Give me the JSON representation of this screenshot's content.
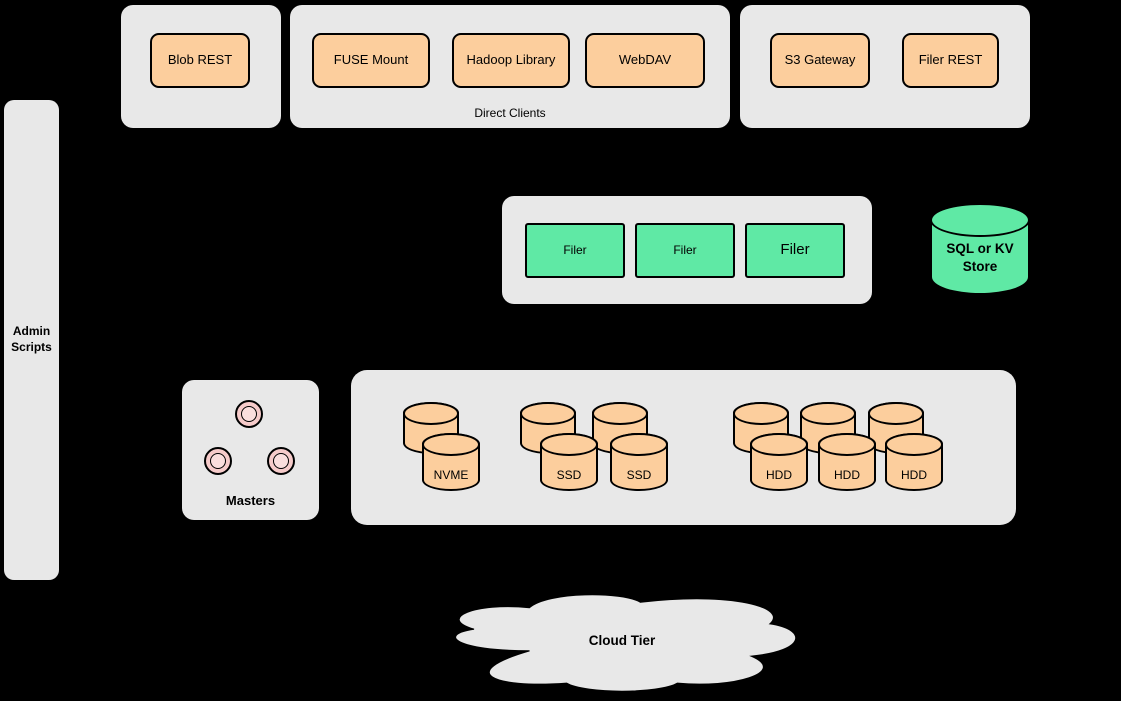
{
  "colors": {
    "background": "#000000",
    "panel": "#e8e8e8",
    "orange": "#fcce9d",
    "green": "#5fe9a5",
    "pink": "#f6cbca",
    "stroke": "#000000"
  },
  "top": {
    "blob_panel": {
      "buttons": [
        {
          "label": "Blob REST"
        }
      ]
    },
    "direct_clients_panel": {
      "caption": "Direct Clients",
      "buttons": [
        {
          "label": "FUSE Mount"
        },
        {
          "label": "Hadoop Library"
        },
        {
          "label": "WebDAV"
        }
      ]
    },
    "gateway_panel": {
      "buttons": [
        {
          "label": "S3 Gateway"
        },
        {
          "label": "Filer REST"
        }
      ]
    }
  },
  "admin_panel": {
    "label": "Admin Scripts"
  },
  "filer_panel": {
    "nodes": [
      {
        "label": "Filer"
      },
      {
        "label": "Filer"
      },
      {
        "label": "Filer"
      }
    ]
  },
  "metadata_store": {
    "label": "SQL or KV Store"
  },
  "masters_panel": {
    "label": "Masters"
  },
  "volume_panel": {
    "disks": [
      {
        "label": "NVME"
      },
      {
        "label": "SSD"
      },
      {
        "label": "SSD"
      },
      {
        "label": "HDD"
      },
      {
        "label": "HDD"
      },
      {
        "label": "HDD"
      }
    ]
  },
  "cloud": {
    "label": "Cloud Tier"
  }
}
